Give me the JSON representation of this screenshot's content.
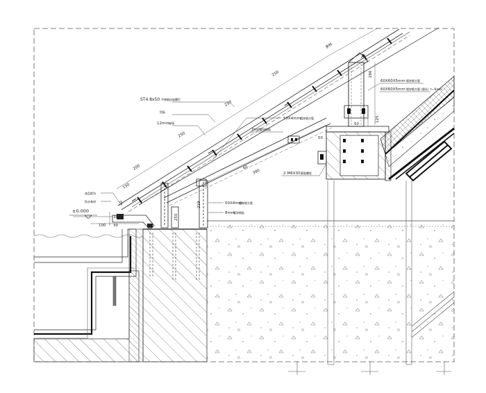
{
  "drawing": {
    "labels": {
      "screw": "ST4.8x50",
      "screw_note": "不锈钢自攻螺钉",
      "note_a": "铝板",
      "glass": "12mm",
      "glass_note": "玻璃",
      "tube_50": "50X4mm",
      "tube_50_note": "镀锌钢方管",
      "plate_3mm": "3mm",
      "plate_3mm_note": "镀锌钢板",
      "tube_60a": "60X60X5mm",
      "tube_60a_note": "镀锌钢方管",
      "tube_60b": "60X60X5mm",
      "tube_60b_note": "镀锌钢方管 (通长)",
      "tube_60b_suffix": "t=6mm",
      "bolt": "2-M6X30",
      "bolt_note": "膨胀螺栓",
      "tube_50b": "50X4mm",
      "tube_50b_note": "镀锌钢方管",
      "plate_8mm": "8mm",
      "plate_8mm_note": "镀锌钢板",
      "eave_note_1": "成品檐沟",
      "eave_note_2": "防水卷材",
      "elevation": "±0.000"
    },
    "dims": {
      "d_top": "多M",
      "d_250a": "250",
      "d_250b": "250",
      "d_250c": "250",
      "d_200": "200",
      "d_286": "286",
      "d_50a": "50",
      "d_125": "125",
      "d_60": "60",
      "d_50b": "50",
      "d_390": "390",
      "d_219": "219",
      "d_250d": "250",
      "d_100": "100",
      "d_30a": "30",
      "d_30b": "30",
      "d_20": "20",
      "d_150": "150"
    }
  }
}
